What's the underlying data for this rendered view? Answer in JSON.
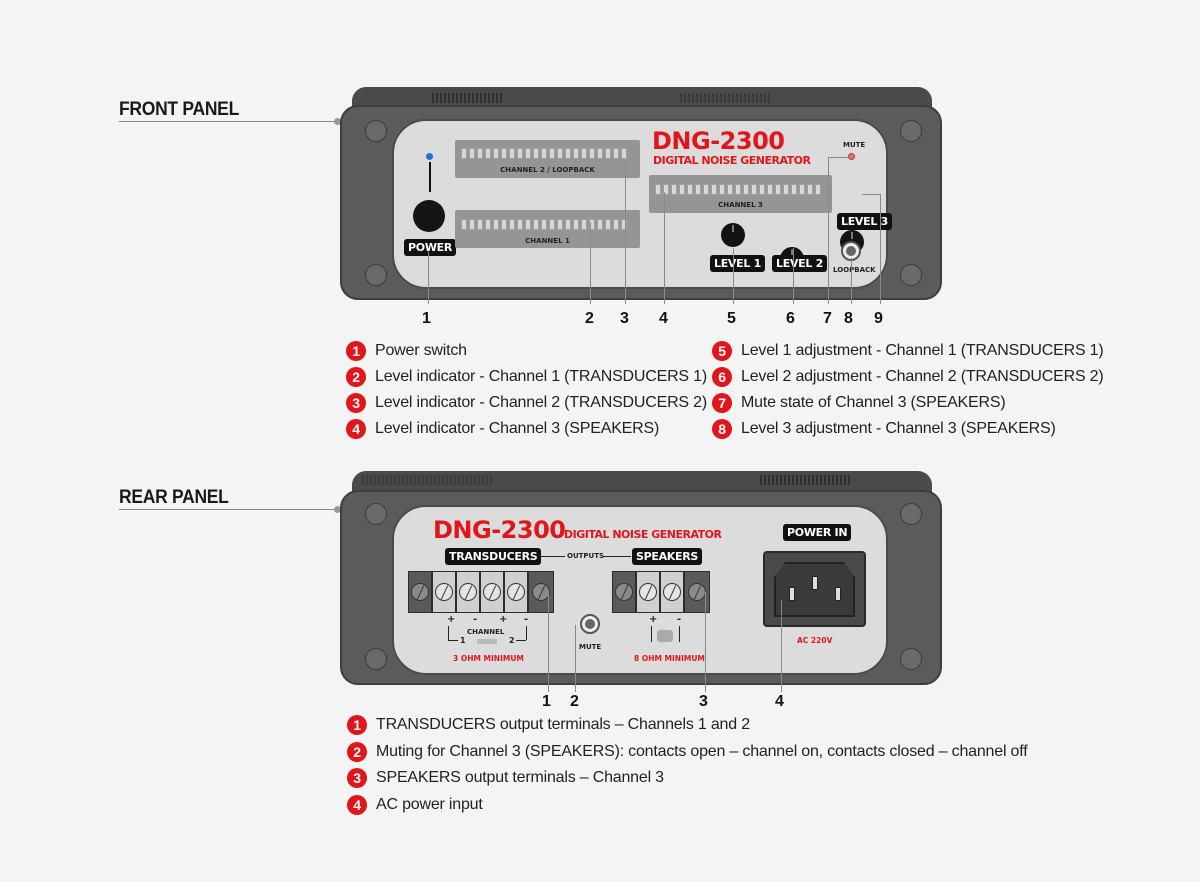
{
  "front": {
    "section_label": "FRONT PANEL",
    "model": "DNG-2300",
    "subtitle": "DIGITAL NOISE GENERATOR",
    "power_label": "POWER",
    "meter_ch2_label": "CHANNEL 2 /  LOOPBACK",
    "meter_ch1_label": "CHANNEL 1",
    "meter_ch3_label": "CHANNEL 3",
    "mute_label": "MUTE",
    "level1_label": "LEVEL 1",
    "level2_label": "LEVEL 2",
    "level3_label": "LEVEL 3",
    "loopback_label": "LOOPBACK",
    "callout_numbers": [
      "1",
      "2",
      "3",
      "4",
      "5",
      "6",
      "7",
      "8",
      "9"
    ],
    "legend": [
      {
        "num": "1",
        "text": "Power switch"
      },
      {
        "num": "2",
        "text": "Level indicator - Channel 1 (TRANSDUCERS 1)"
      },
      {
        "num": "3",
        "text": "Level indicator - Channel 2 (TRANSDUCERS 2)"
      },
      {
        "num": "4",
        "text": "Level indicator - Channel 3 (SPEAKERS)"
      },
      {
        "num": "5",
        "text": "Level 1 adjustment - Channel 1 (TRANSDUCERS 1)"
      },
      {
        "num": "6",
        "text": "Level 2 adjustment - Channel 2 (TRANSDUCERS 2)"
      },
      {
        "num": "7",
        "text": "Mute state of Channel 3 (SPEAKERS)"
      },
      {
        "num": "8",
        "text": "Level 3 adjustment - Channel 3 (SPEAKERS)"
      }
    ]
  },
  "rear": {
    "section_label": "REAR PANEL",
    "model": "DNG-2300",
    "subtitle": "DIGITAL NOISE GENERATOR",
    "transducers_label": "TRANSDUCERS",
    "outputs_label": "OUTPUTS",
    "speakers_label": "SPEAKERS",
    "power_in_label": "POWER IN",
    "ac_label": "AC 220V",
    "channel_label": "CHANNEL",
    "ch1": "1",
    "ch2": "2",
    "plus": "+",
    "minus": "-",
    "transducer_ohm": "3 OHM MINIMUM",
    "speaker_ohm": "8 OHM MINIMUM",
    "mute_label": "MUTE",
    "callout_numbers": [
      "1",
      "2",
      "3",
      "4"
    ],
    "legend": [
      {
        "num": "1",
        "text": "TRANSDUCERS output terminals – Channels 1 and 2"
      },
      {
        "num": "2",
        "text": "Muting for Channel 3 (SPEAKERS): contacts open – channel on, contacts closed – channel off"
      },
      {
        "num": "3",
        "text": "SPEAKERS output terminals – Channel 3"
      },
      {
        "num": "4",
        "text": "AC power input"
      }
    ]
  },
  "colors": {
    "accent_red": "#e0161b",
    "power_led": "#1e6fd9",
    "mute_led": "#f06a6a"
  }
}
